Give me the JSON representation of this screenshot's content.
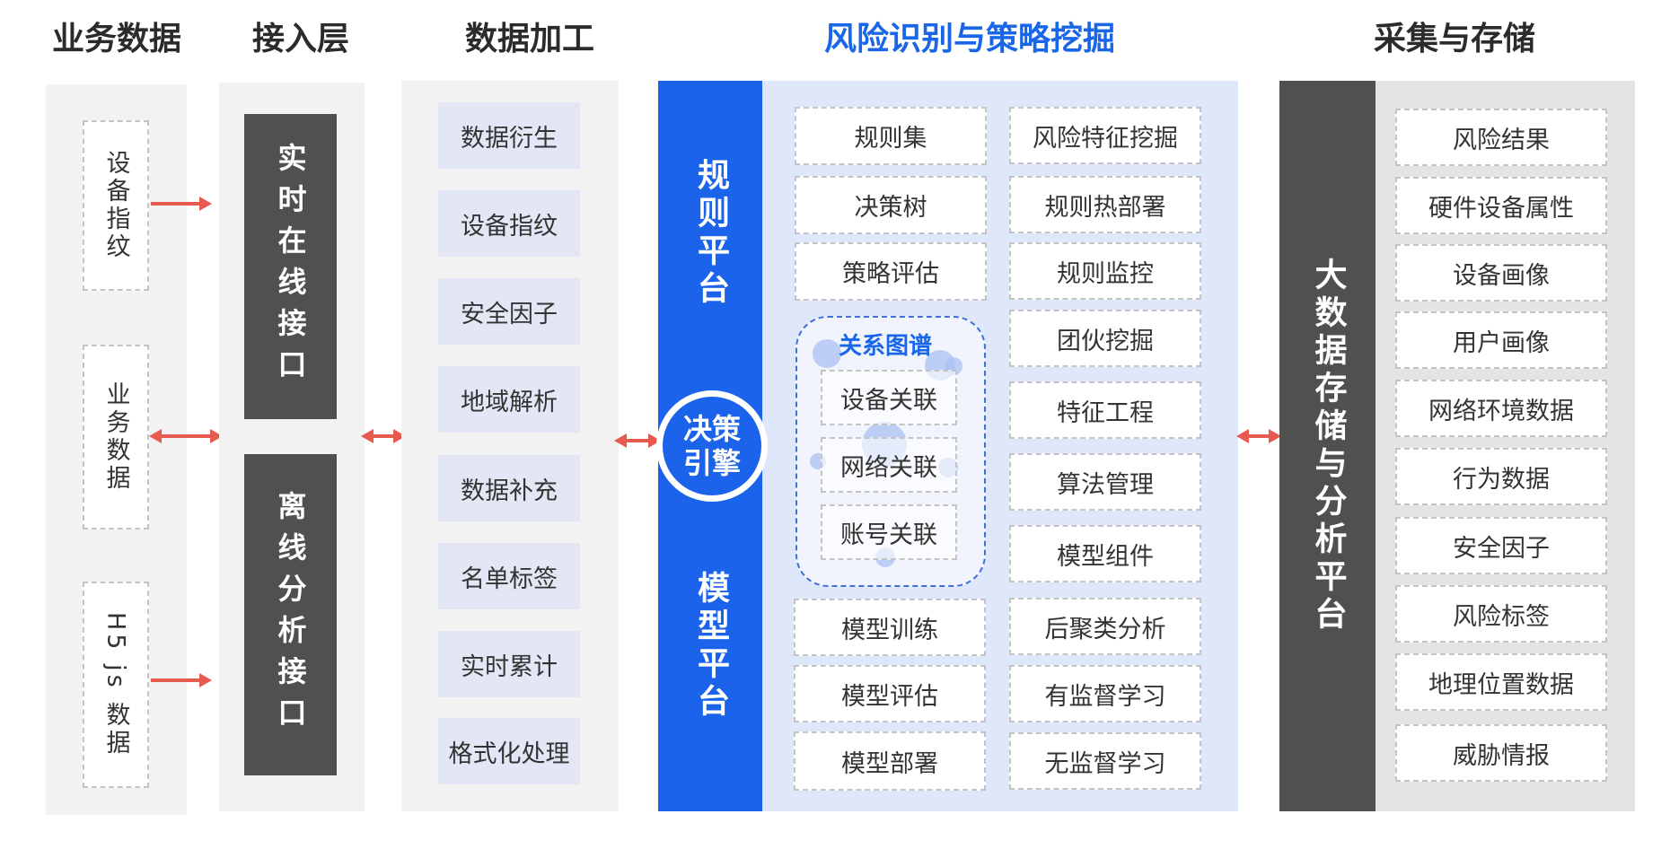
{
  "headers": {
    "business": "业务数据",
    "access": "接入层",
    "processing": "数据加工",
    "risk": "风险识别与策略挖掘",
    "storage": "采集与存储"
  },
  "business_items": [
    "设备指纹",
    "业务数据",
    "H5 js 数据"
  ],
  "access_interfaces": [
    "实时在线接口",
    "离线分析接口"
  ],
  "processing_items": [
    "数据衍生",
    "设备指纹",
    "安全因子",
    "地域解析",
    "数据补充",
    "名单标签",
    "实时累计",
    "格式化处理"
  ],
  "risk": {
    "rule_platform": "规则平台",
    "engine_line1": "决策",
    "engine_line2": "引擎",
    "model_platform": "模型平台",
    "left_top": [
      "规则集",
      "决策树",
      "策略评估"
    ],
    "relation_title": "关系图谱",
    "relation_items": [
      "设备关联",
      "网络关联",
      "账号关联"
    ],
    "left_bottom": [
      "模型训练",
      "模型评估",
      "模型部署"
    ],
    "right_col": [
      "风险特征挖掘",
      "规则热部署",
      "规则监控",
      "团伙挖掘",
      "特征工程",
      "算法管理",
      "模型组件",
      "后聚类分析",
      "有监督学习",
      "无监督学习"
    ]
  },
  "storage": {
    "platform": "大数据存储与分析平台",
    "items": [
      "风险结果",
      "硬件设备属性",
      "设备画像",
      "用户画像",
      "网络环境数据",
      "行为数据",
      "安全因子",
      "风险标签",
      "地理位置数据",
      "威胁情报"
    ]
  },
  "colors": {
    "primary_blue": "#1b63ea",
    "arrow_red": "#e85a4f",
    "dark_gray": "#505050",
    "panel_gray": "#f2f2f2",
    "risk_panel": "#dfe7fb"
  }
}
